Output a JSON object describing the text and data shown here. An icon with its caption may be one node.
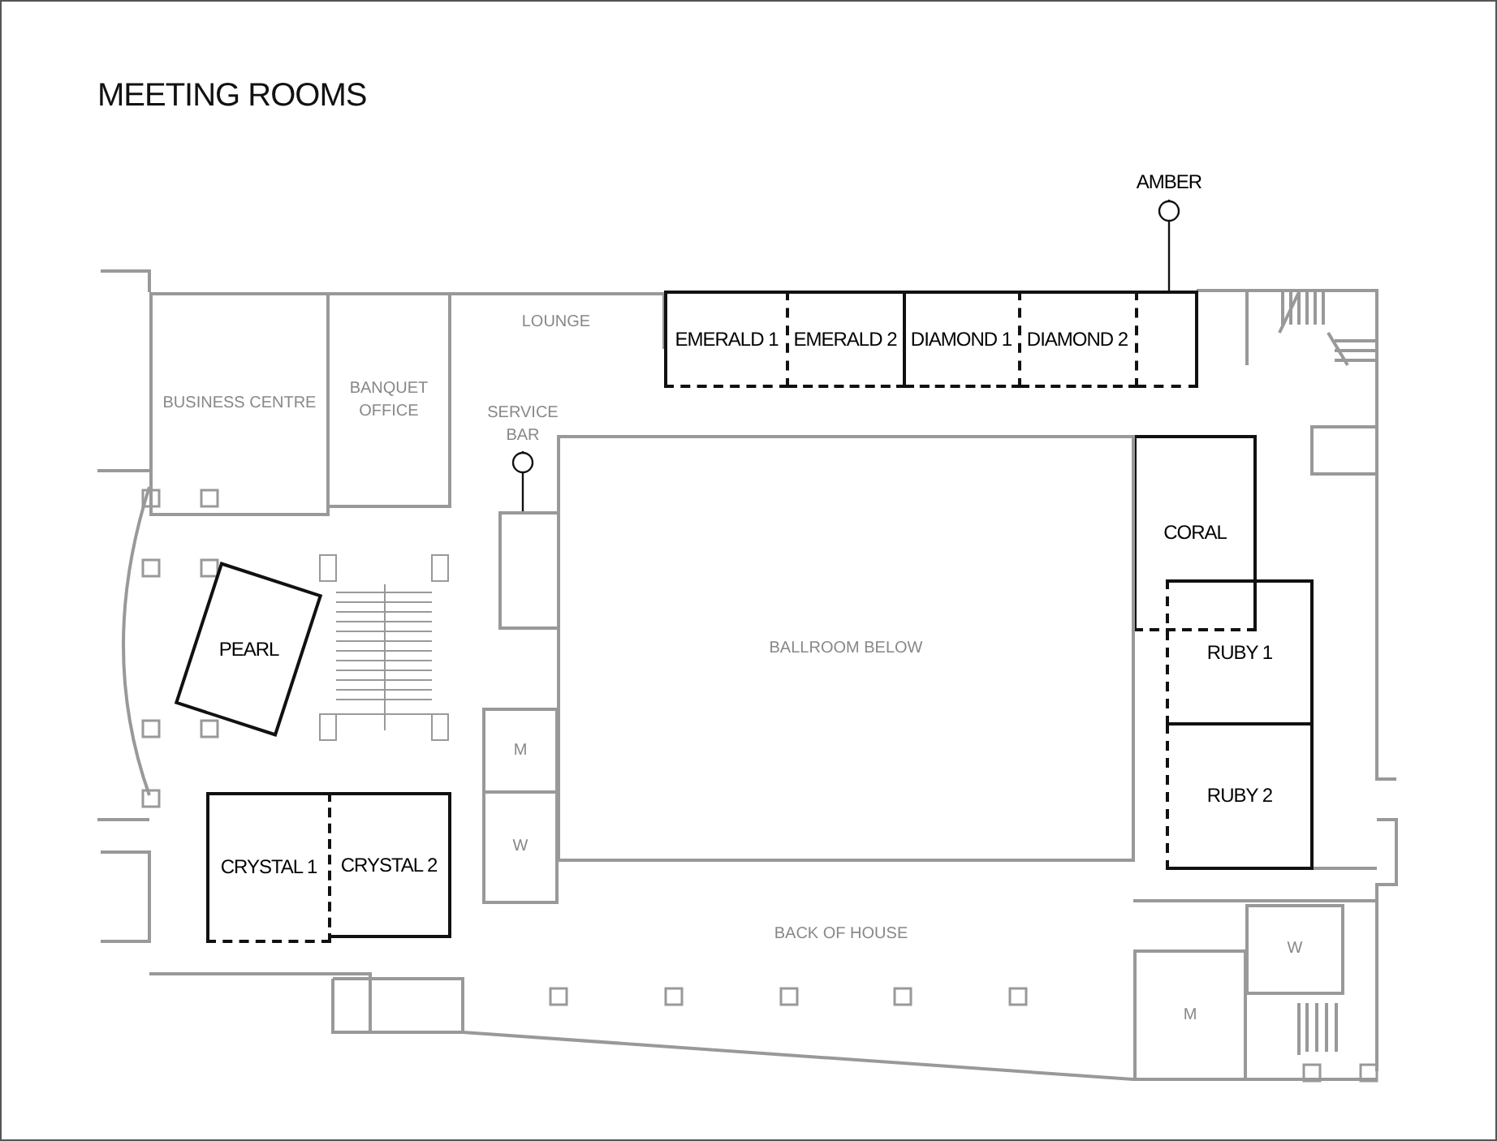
{
  "diagram": {
    "title": "MEETING ROOMS",
    "nodes": [
      {
        "text": [
          "BUSINESS CENTRE"
        ]
      },
      {
        "text": [
          "BANQUET OFFICE"
        ]
      },
      {
        "text": [
          "LOUNGE"
        ]
      },
      {
        "text": [
          "EMERALD 1"
        ]
      },
      {
        "text": [
          "EMERALD 2"
        ]
      },
      {
        "text": [
          "DIAMOND 1"
        ]
      },
      {
        "text": [
          "DIAMOND 2"
        ]
      },
      {
        "text": [
          "AMBER"
        ]
      },
      {
        "text": [],
        "shape": "box"
      },
      {
        "text": [
          "SERVICE BAR"
        ]
      },
      {
        "text": [],
        "shape": "box"
      },
      {
        "text": [
          "CORAL"
        ]
      },
      {
        "text": [
          "RUBY 1"
        ]
      },
      {
        "text": [
          "RUBY 2"
        ]
      },
      {
        "text": [
          "PEARL"
        ]
      },
      {
        "text": [
          "CRYSTAL 1"
        ]
      },
      {
        "text": [
          "CRYSTAL 2"
        ]
      },
      {
        "text": [
          "BALLROOM BELOW"
        ]
      },
      {
        "text": [
          "M"
        ]
      },
      {
        "text": [
          "W"
        ]
      },
      {
        "text": [
          "W"
        ]
      },
      {
        "text": [
          "M"
        ]
      }
    ],
    "edges": [
      {
        "from": 7,
        "to": 8,
        "arrow": "other"
      },
      {
        "from": 9,
        "to": 10,
        "arrow": "other"
      }
    ],
    "labels": [
      "BACK OF HOUSE"
    ]
  }
}
